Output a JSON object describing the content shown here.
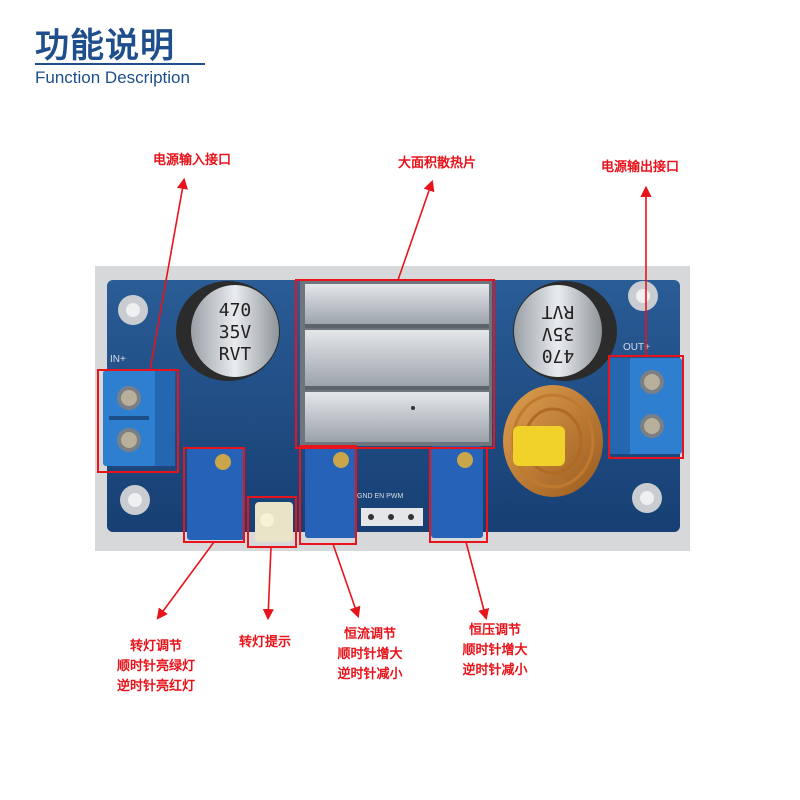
{
  "header": {
    "title": "功能说明",
    "subtitle": "Function Description"
  },
  "components": {
    "cap_left": {
      "line1": "470",
      "line2": "35V",
      "line3": "RVT"
    },
    "cap_right": {
      "line1": "470",
      "line2": "35V",
      "line3": "RVT"
    },
    "silk_in": "IN+",
    "silk_out": "OUT+",
    "silk_pins": "GND EN PWM"
  },
  "labels": {
    "power_input": "电源输入接口",
    "heatsink": "大面积散热片",
    "power_output": "电源输出接口",
    "charge_light_adjust": [
      "转灯调节",
      "顺时针亮绿灯",
      "逆时针亮红灯"
    ],
    "charge_light_indicator": "转灯提示",
    "constant_current": [
      "恒流调节",
      "顺时针增大",
      "逆时针减小"
    ],
    "constant_voltage": [
      "恒压调节",
      "顺时针增大",
      "逆时针减小"
    ]
  },
  "colors": {
    "title": "#1f4e8c",
    "annotation": "#e8141b",
    "pcb": "#1e4d87",
    "terminal": "#2f7fd0",
    "heatsink": "#c3c8cf"
  }
}
